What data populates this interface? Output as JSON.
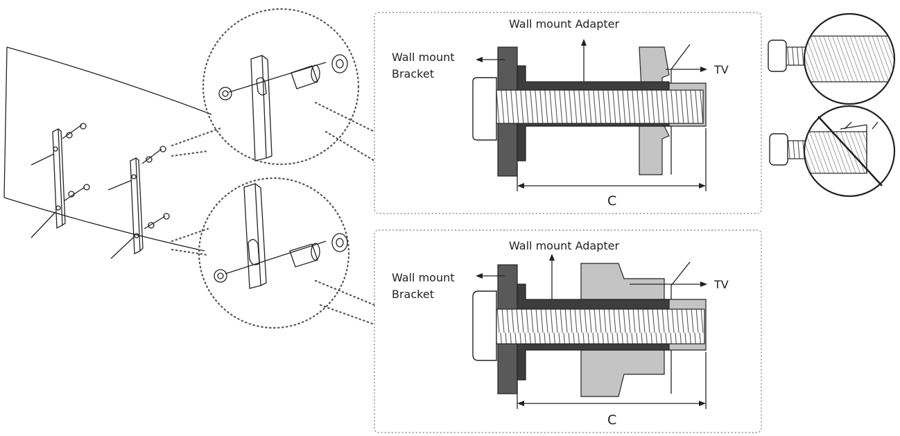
{
  "diagram": {
    "panel_top": {
      "label_adapter": "Wall mount Adapter",
      "label_bracket_line1": "Wall mount",
      "label_bracket_line2": "Bracket",
      "label_tv": "TV",
      "label_dimension": "C"
    },
    "panel_bottom": {
      "label_adapter": "Wall mount Adapter",
      "label_bracket_line1": "Wall mount",
      "label_bracket_line2": "Bracket",
      "label_tv": "TV",
      "label_dimension": "C"
    },
    "colors": {
      "line": "#222222",
      "adapter_fill": "#3d3d3d",
      "bracket_fill": "#595959",
      "tv_fill": "#c4c4c4",
      "bolt_fill": "#ffffff",
      "dotted": "#777777"
    }
  }
}
